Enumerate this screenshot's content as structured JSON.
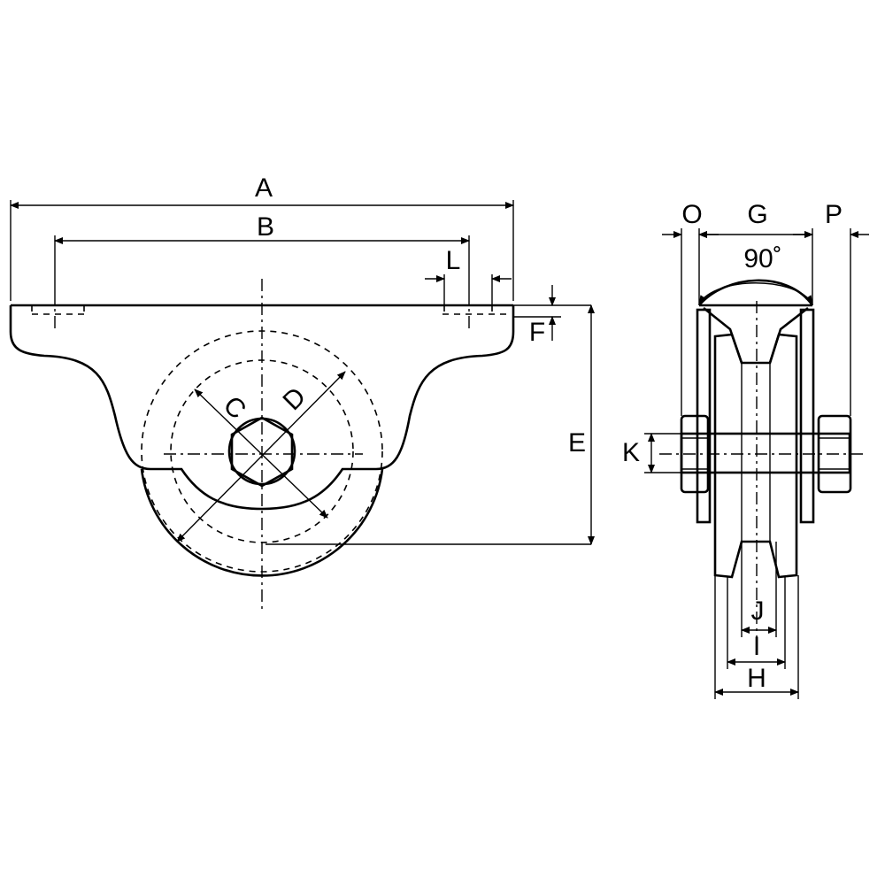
{
  "labels": {
    "A": "A",
    "B": "B",
    "C": "C",
    "D": "D",
    "E": "E",
    "F": "F",
    "G": "G",
    "H": "H",
    "I": "I",
    "J": "J",
    "K": "K",
    "L": "L",
    "O": "O",
    "P": "P",
    "angle": "90˚"
  }
}
